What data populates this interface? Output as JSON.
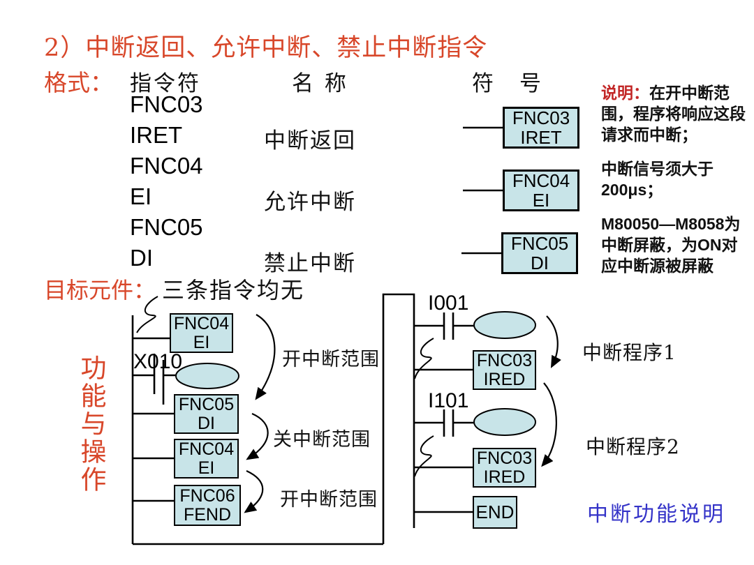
{
  "colors": {
    "accent_red": "#d8472a",
    "note_heading_red": "#c22626",
    "footer_blue": "#3433c8",
    "box_fill": "#c8e4e8"
  },
  "slide": {
    "title": "2）中断返回、允许中断、禁止中断指令",
    "format_label": "格式：",
    "headers": {
      "instruction": "指令符",
      "name": "名 称",
      "symbol": "符　号"
    },
    "instructions": [
      {
        "code": "FNC03",
        "mnemonic": "IRET",
        "name": "中断返回"
      },
      {
        "code": "FNC04",
        "mnemonic": "EI",
        "name": "允许中断"
      },
      {
        "code": "FNC05",
        "mnemonic": "DI",
        "name": "禁止中断"
      }
    ],
    "target_label": "目标元件：",
    "target_value": "三条指令均无",
    "side_label": "功能与操作",
    "footer_note": "中断功能说明"
  },
  "notes": {
    "heading": "说明：",
    "p1": "在开中断范围，程序将响应这段请求而中断；",
    "p2": "中断信号须大于200μs；",
    "p3": "M80050—M8058为中断屏蔽，为ON对应中断源被屏蔽"
  },
  "ladder": {
    "main": {
      "rung1_box": {
        "code": "FNC04",
        "mnemonic": "EI"
      },
      "contact": "X010",
      "rung3_box": {
        "code": "FNC05",
        "mnemonic": "DI"
      },
      "rung4_box": {
        "code": "FNC04",
        "mnemonic": "EI"
      },
      "rung5_box": {
        "code": "FNC06",
        "mnemonic": "FEND"
      },
      "annotations": [
        "开中断范围",
        "关中断范围",
        "开中断范围"
      ]
    },
    "interrupt": {
      "contact1": "I001",
      "box1": {
        "code": "FNC03",
        "mnemonic": "IRED"
      },
      "annotation1": "中断程序1",
      "contact2": "I101",
      "box2": {
        "code": "FNC03",
        "mnemonic": "IRED"
      },
      "annotation2": "中断程序2",
      "end_label": "END"
    }
  }
}
